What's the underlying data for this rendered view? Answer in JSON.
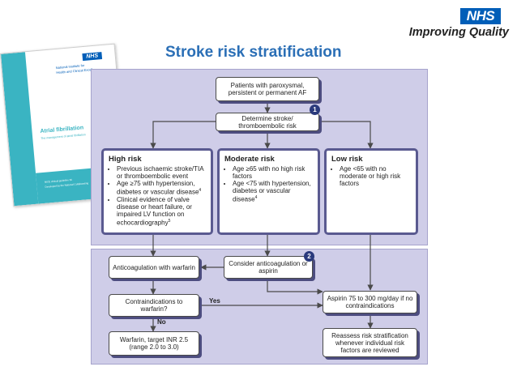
{
  "branding": {
    "nhs": "NHS",
    "tagline": "Improving Quality"
  },
  "booklet": {
    "nhs": "NHS",
    "header_lines": [
      "National Institute for",
      "Health and Clinical Excell"
    ],
    "title": "Atrial fibrillation",
    "subtitle": "The management of atrial fibrillation",
    "footer_lines": [
      "NICE clinical guideline 36",
      "Developed by the National Collaborating"
    ]
  },
  "chart_data": {
    "type": "diagram",
    "title": "Stroke risk stratification",
    "nodes": {
      "start": "Patients with paroxysmal, persistent or permanent AF",
      "determine": "Determine stroke/ thromboembolic risk",
      "high": {
        "title": "High risk",
        "items": [
          "Previous ischaemic stroke/TIA or thromboembolic event",
          "Age ≥75 with hypertension, diabetes or vascular disease",
          "Clinical evidence of valve disease or heart failure, or impaired LV function on echocardiography"
        ],
        "item_superscripts": [
          "",
          "4",
          "5"
        ]
      },
      "moderate": {
        "title": "Moderate risk",
        "items": [
          "Age ≥65 with no high risk factors",
          "Age <75 with hypertension, diabetes or vascular disease"
        ],
        "item_superscripts": [
          "",
          "4"
        ]
      },
      "low": {
        "title": "Low risk",
        "items": [
          "Age <65 with no moderate or high risk factors"
        ]
      },
      "anticoag": "Anticoagulation with warfarin",
      "consider": "Consider anticoagulation or aspirin",
      "contra": "Contraindications to warfarin?",
      "warfarin": "Warfarin, target INR 2.5 (range 2.0 to 3.0)",
      "aspirin": "Aspirin 75 to 300 mg/day if no contraindications",
      "reassess": "Reassess risk stratification whenever individual risk factors are reviewed"
    },
    "badges": [
      "1",
      "2"
    ],
    "edge_labels": {
      "yes": "Yes",
      "no": "No"
    },
    "edges": [
      [
        "start",
        "determine"
      ],
      [
        "determine",
        "high"
      ],
      [
        "determine",
        "moderate"
      ],
      [
        "determine",
        "low"
      ],
      [
        "high",
        "anticoag"
      ],
      [
        "moderate",
        "consider"
      ],
      [
        "consider",
        "anticoag"
      ],
      [
        "consider",
        "aspirin"
      ],
      [
        "low",
        "aspirin"
      ],
      [
        "anticoag",
        "contra"
      ],
      [
        "contra",
        "aspirin",
        "Yes"
      ],
      [
        "contra",
        "warfarin",
        "No"
      ],
      [
        "aspirin",
        "reassess"
      ]
    ]
  }
}
